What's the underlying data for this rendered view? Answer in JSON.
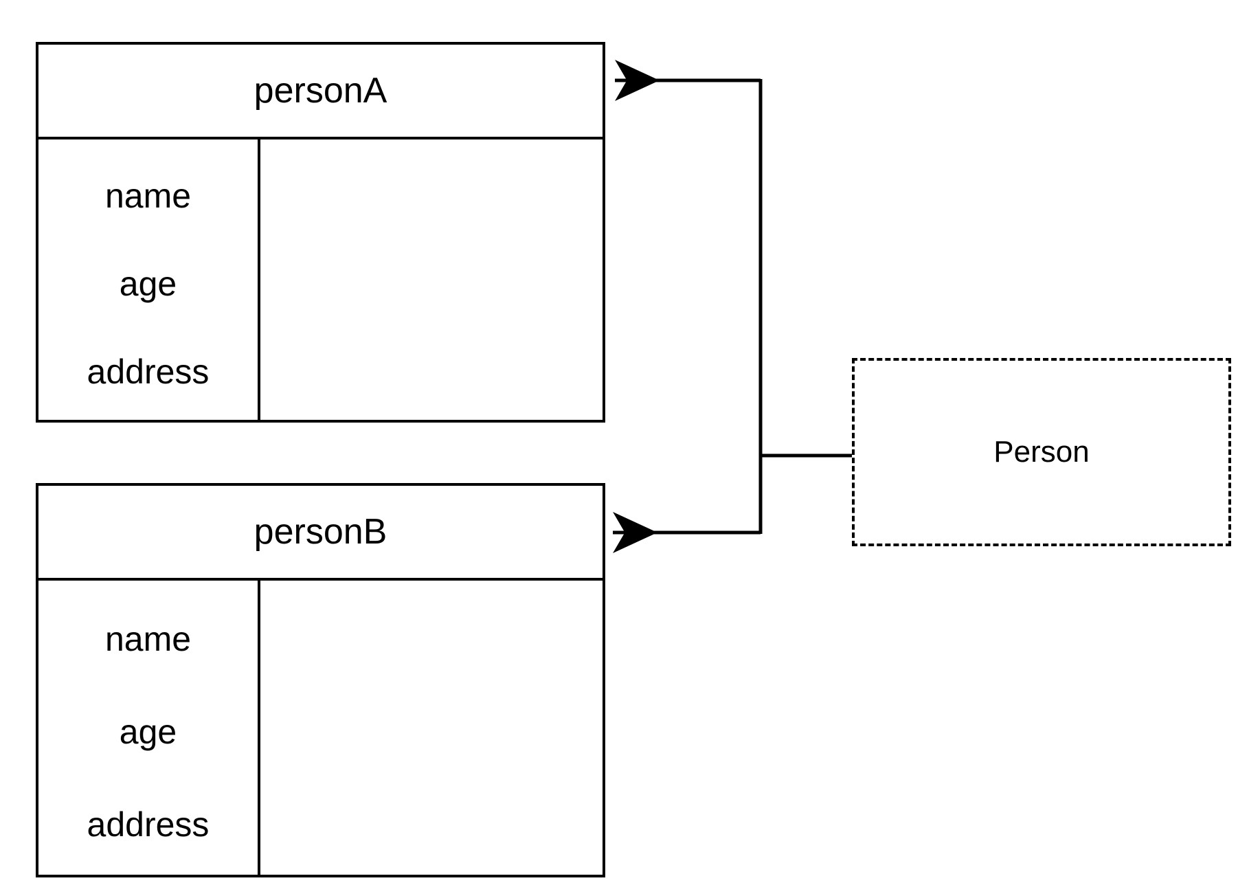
{
  "diagram": {
    "type": "uml-object-diagram",
    "background_color": "#ffffff",
    "line_color": "#000000",
    "classes": [
      {
        "id": "personA",
        "title": "personA",
        "attributes": [
          "name",
          "age",
          "address"
        ],
        "values": [
          "",
          "",
          ""
        ]
      },
      {
        "id": "personB",
        "title": "personB",
        "attributes": [
          "name",
          "age",
          "address"
        ],
        "values": [
          "",
          "",
          ""
        ]
      }
    ],
    "note": {
      "label": "Person",
      "border_style": "dashed"
    },
    "connectors": [
      {
        "from": "Person",
        "to": "personA",
        "arrow": "open-left",
        "style": "solid"
      },
      {
        "from": "Person",
        "to": "personB",
        "arrow": "open-left",
        "style": "solid"
      }
    ]
  }
}
